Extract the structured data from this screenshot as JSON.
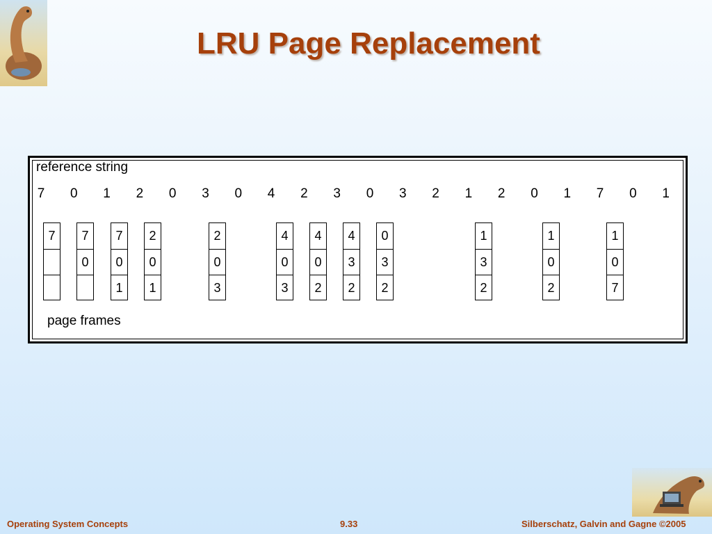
{
  "slide": {
    "title": "LRU Page Replacement"
  },
  "figure": {
    "reference_label": "reference string",
    "frames_label": "page frames",
    "reference_string": [
      "7",
      "0",
      "1",
      "2",
      "0",
      "3",
      "0",
      "4",
      "2",
      "3",
      "0",
      "3",
      "2",
      "1",
      "2",
      "0",
      "1",
      "7",
      "0",
      "1"
    ],
    "frames": [
      [
        "7",
        "",
        ""
      ],
      [
        "7",
        "0",
        ""
      ],
      [
        "7",
        "0",
        "1"
      ],
      [
        "2",
        "0",
        "1"
      ],
      [
        "2",
        "0",
        "3"
      ],
      [
        "4",
        "0",
        "3"
      ],
      [
        "4",
        "0",
        "2"
      ],
      [
        "4",
        "3",
        "2"
      ],
      [
        "0",
        "3",
        "2"
      ],
      [
        "1",
        "3",
        "2"
      ],
      [
        "1",
        "0",
        "2"
      ],
      [
        "1",
        "0",
        "7"
      ]
    ]
  },
  "footer": {
    "left": "Operating System Concepts",
    "center": "9.33",
    "right": "Silberschatz, Galvin and Gagne ©2005"
  }
}
